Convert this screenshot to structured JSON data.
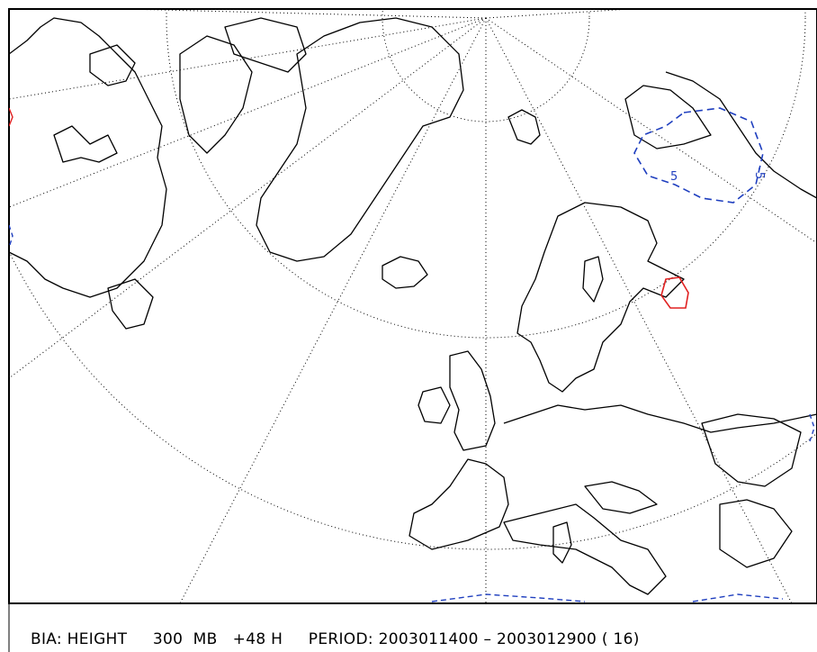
{
  "caption": {
    "field": "BIA: HEIGHT",
    "level": "300  MB",
    "forecast": "+48 H",
    "period": "PERIOD: 2003011400 – 2003012900 ( 16)"
  },
  "contours": {
    "negative_label": "-5",
    "negative_label_2": "5",
    "negative_color": "#1f3fbf",
    "positive_color": "#e02020"
  },
  "colors": {
    "coastline": "#000000",
    "frame": "#000000",
    "graticule": "#000000"
  }
}
